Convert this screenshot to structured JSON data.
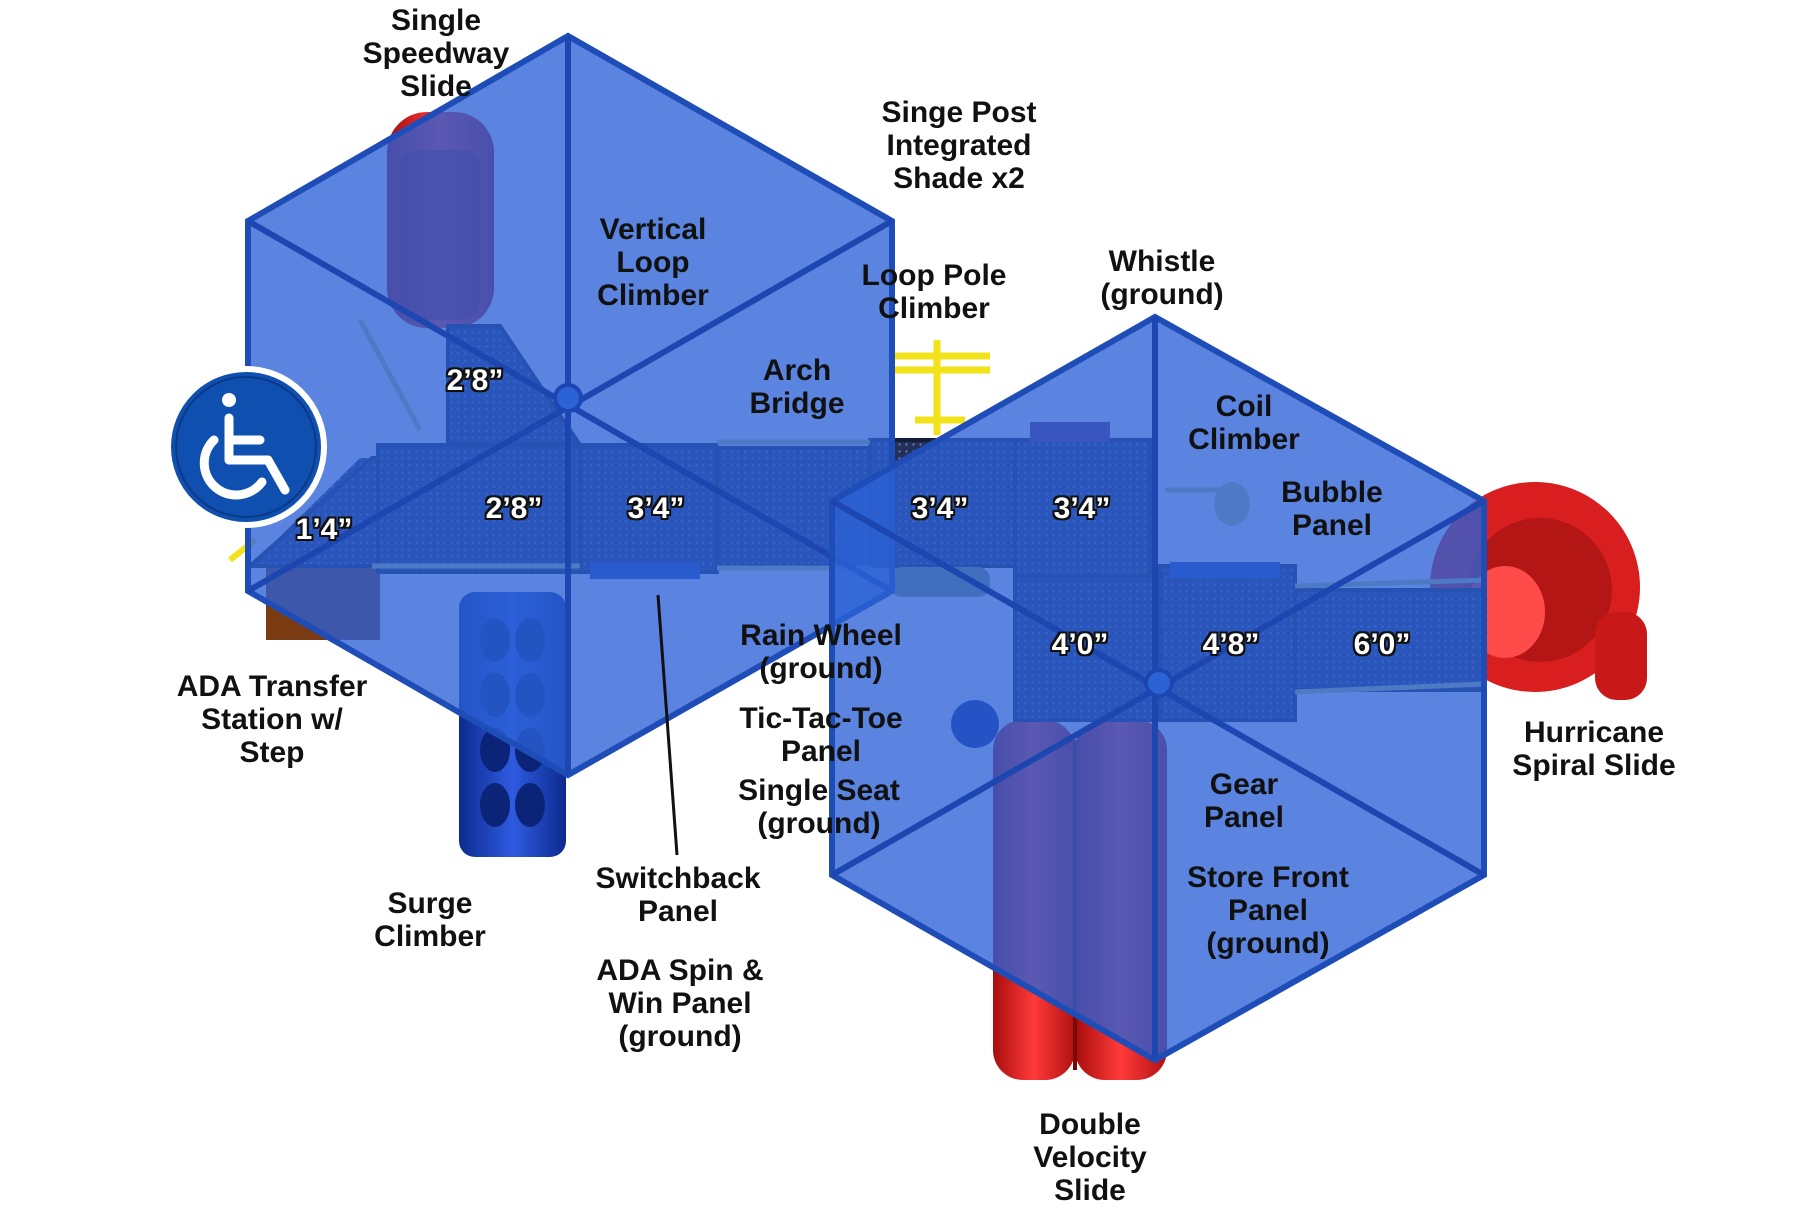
{
  "colors": {
    "shade": "#2b62d6",
    "shade_edge": "#1f4db8",
    "deck": "#24305c",
    "rail": "#c7d08a",
    "slide_red": "#d81e1e",
    "climber_blue": "#1b3fb8",
    "accent_yellow": "#f2e21a",
    "ada_blue": "#0f4fb0"
  },
  "icons": [
    "wheelchair-accessibility-icon"
  ],
  "labels": {
    "single_speedway_slide": "Single\nSpeedway\nSlide",
    "single_post_shade": "Singe Post\nIntegrated\nShade x2",
    "vertical_loop_climber": "Vertical\nLoop\nClimber",
    "loop_pole_climber": "Loop Pole\nClimber",
    "whistle": "Whistle\n(ground)",
    "arch_bridge": "Arch\nBridge",
    "coil_climber": "Coil\nClimber",
    "bubble_panel": "Bubble\nPanel",
    "rain_wheel": "Rain Wheel\n(ground)",
    "tic_tac_toe": "Tic-Tac-Toe\nPanel",
    "single_seat": "Single Seat\n(ground)",
    "ada_transfer": "ADA Transfer\nStation w/\nStep",
    "hurricane_slide": "Hurricane\nSpiral Slide",
    "gear_panel": "Gear\nPanel",
    "store_front": "Store Front\nPanel\n(ground)",
    "surge_climber": "Surge\nClimber",
    "switchback_panel": "Switchback\nPanel",
    "ada_spin_win": "ADA Spin &\nWin Panel\n(ground)",
    "double_velocity_slide": "Double\nVelocity\nSlide"
  },
  "decks": {
    "d1": "1’4”",
    "d2": "2’8”",
    "d3": "2’8”",
    "d4": "3’4”",
    "d5": "3’4”",
    "d6": "3’4”",
    "d7": "4’0”",
    "d8": "4’8”",
    "d9": "6’0”"
  }
}
